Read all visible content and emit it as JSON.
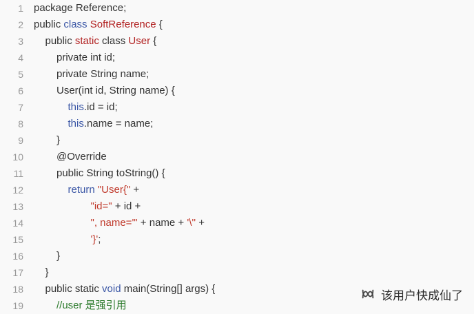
{
  "lines": [
    {
      "n": "1",
      "indent": 0,
      "tokens": [
        {
          "t": "plain",
          "v": "package Reference;"
        }
      ]
    },
    {
      "n": "2",
      "indent": 0,
      "tokens": [
        {
          "t": "plain",
          "v": "public "
        },
        {
          "t": "kw",
          "v": "class"
        },
        {
          "t": "plain",
          "v": " "
        },
        {
          "t": "cls",
          "v": "SoftReference"
        },
        {
          "t": "plain",
          "v": " {"
        }
      ]
    },
    {
      "n": "3",
      "indent": 1,
      "tokens": [
        {
          "t": "plain",
          "v": "public "
        },
        {
          "t": "cls",
          "v": "static"
        },
        {
          "t": "plain",
          "v": " class "
        },
        {
          "t": "cls",
          "v": "User"
        },
        {
          "t": "plain",
          "v": " {"
        }
      ]
    },
    {
      "n": "4",
      "indent": 2,
      "tokens": [
        {
          "t": "plain",
          "v": "private int id;"
        }
      ]
    },
    {
      "n": "5",
      "indent": 2,
      "tokens": [
        {
          "t": "plain",
          "v": "private String name;"
        }
      ]
    },
    {
      "n": "6",
      "indent": 2,
      "tokens": [
        {
          "t": "plain",
          "v": "User(int id, String name) {"
        }
      ]
    },
    {
      "n": "7",
      "indent": 3,
      "tokens": [
        {
          "t": "kw",
          "v": "this"
        },
        {
          "t": "plain",
          "v": ".id = id;"
        }
      ]
    },
    {
      "n": "8",
      "indent": 3,
      "tokens": [
        {
          "t": "kw",
          "v": "this"
        },
        {
          "t": "plain",
          "v": ".name = name;"
        }
      ]
    },
    {
      "n": "9",
      "indent": 2,
      "tokens": [
        {
          "t": "plain",
          "v": "}"
        }
      ]
    },
    {
      "n": "10",
      "indent": 2,
      "tokens": [
        {
          "t": "plain",
          "v": "@Override"
        }
      ]
    },
    {
      "n": "11",
      "indent": 2,
      "tokens": [
        {
          "t": "plain",
          "v": "public String toString() {"
        }
      ]
    },
    {
      "n": "12",
      "indent": 3,
      "tokens": [
        {
          "t": "kw",
          "v": "return"
        },
        {
          "t": "plain",
          "v": " "
        },
        {
          "t": "str",
          "v": "\"User{\""
        },
        {
          "t": "plain",
          "v": " +"
        }
      ]
    },
    {
      "n": "13",
      "indent": 5,
      "tokens": [
        {
          "t": "str",
          "v": "\"id=\""
        },
        {
          "t": "plain",
          "v": " + id +"
        }
      ]
    },
    {
      "n": "14",
      "indent": 5,
      "tokens": [
        {
          "t": "str",
          "v": "\", name='\""
        },
        {
          "t": "plain",
          "v": " + name + "
        },
        {
          "t": "str",
          "v": "'\\''"
        },
        {
          "t": "plain",
          "v": " +"
        }
      ]
    },
    {
      "n": "15",
      "indent": 5,
      "tokens": [
        {
          "t": "str",
          "v": "'}'"
        },
        {
          "t": "plain",
          "v": ";"
        }
      ]
    },
    {
      "n": "16",
      "indent": 2,
      "tokens": [
        {
          "t": "plain",
          "v": "}"
        }
      ]
    },
    {
      "n": "17",
      "indent": 1,
      "tokens": [
        {
          "t": "plain",
          "v": "}"
        }
      ]
    },
    {
      "n": "18",
      "indent": 1,
      "tokens": [
        {
          "t": "plain",
          "v": "public static "
        },
        {
          "t": "kw",
          "v": "void"
        },
        {
          "t": "plain",
          "v": " main(String[] args) {"
        }
      ]
    },
    {
      "n": "19",
      "indent": 2,
      "tokens": [
        {
          "t": "cmt",
          "v": "//user 是强引用"
        }
      ]
    }
  ],
  "watermark": {
    "text": "该用户快成仙了",
    "icon": "wechat-channel-icon"
  },
  "colors": {
    "keyword": "#3a56a5",
    "class": "#b22222",
    "string": "#c0392b",
    "comment": "#2b7a2b",
    "line_number": "#999999",
    "background": "#f9f9f9"
  }
}
